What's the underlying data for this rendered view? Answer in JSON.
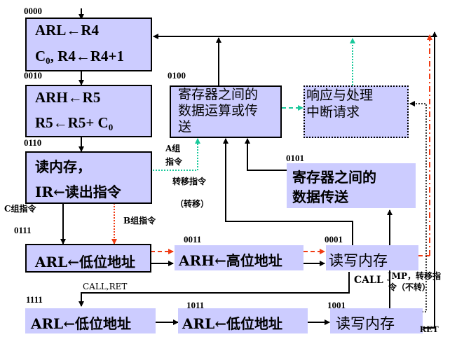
{
  "colors": {
    "box_fill": "#ccccff",
    "wire": "#000000",
    "green_dotted": "#19c89a",
    "red_dashed": "#f03c14"
  },
  "states": [
    {
      "code": "0000",
      "lines": [
        "ARL←R4",
        "C0, R4←R4+1"
      ]
    },
    {
      "code": "0010",
      "lines": [
        "ARH←R5",
        "R5←R5+ C0"
      ]
    },
    {
      "code": "0110",
      "lines": [
        "读内存，",
        "IR←读出指令"
      ]
    },
    {
      "code": "0100",
      "lines": [
        "寄存器之间的",
        "数据运算或传",
        "送"
      ]
    },
    {
      "code": "",
      "lines": [
        "响应与处理",
        "中断请求"
      ]
    },
    {
      "code": "0101",
      "lines": [
        "寄存器之间的",
        "数据传送"
      ]
    },
    {
      "code": "0111",
      "lines": [
        "ARL←低位地址"
      ]
    },
    {
      "code": "0011",
      "lines": [
        "ARH←高位地址"
      ]
    },
    {
      "code": "0001",
      "lines": [
        "读写内存"
      ]
    },
    {
      "code": "1111",
      "lines": [
        "ARL←低位地址"
      ]
    },
    {
      "code": "1011",
      "lines": [
        "ARL←低位地址"
      ]
    },
    {
      "code": "1001",
      "lines": [
        "读写内存"
      ]
    }
  ],
  "labels": {
    "a_group": "A组",
    "a_group_2": "指令",
    "jump_instr": "转移指令",
    "jump_taken": "（转移）",
    "b_group": "B组指令",
    "c_group": "C组指令",
    "call_ret": "CALL,RET",
    "call": "CALL",
    "jmp_line1": "JMP，转移指",
    "jmp_line2": "令（不转）",
    "ret": "RET"
  }
}
